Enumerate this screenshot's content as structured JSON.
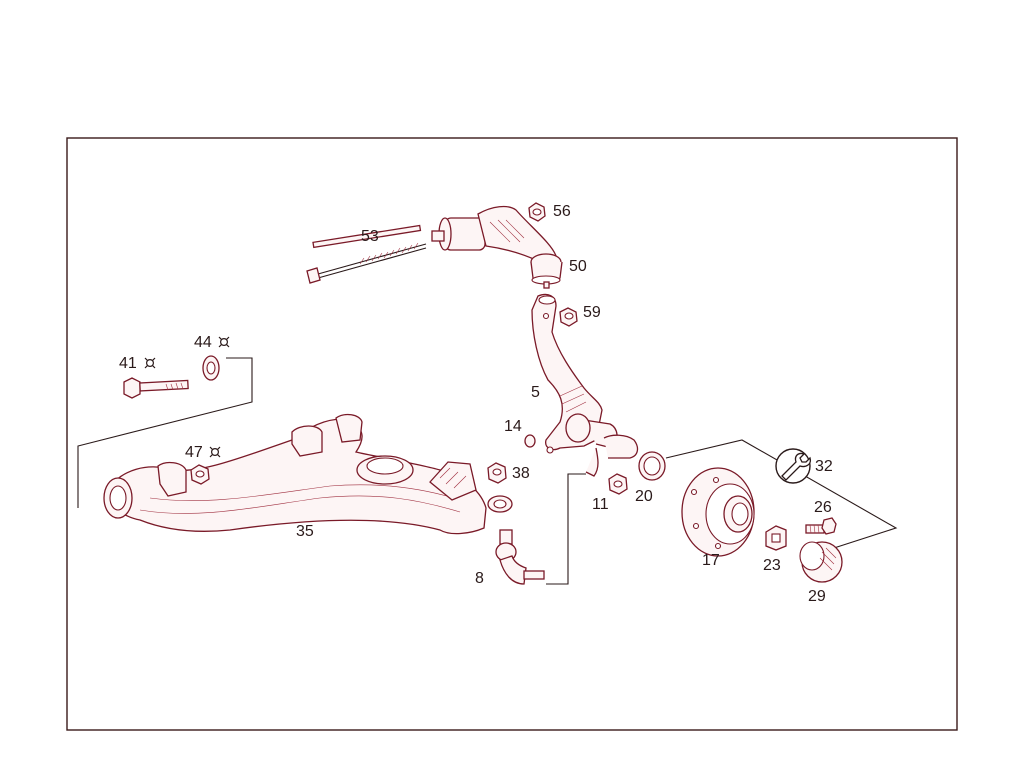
{
  "diagram": {
    "callouts": {
      "c53": "53",
      "c56": "56",
      "c50": "50",
      "c59": "59",
      "c44": "44",
      "c41": "41",
      "c5": "5",
      "c14": "14",
      "c47": "47",
      "c38": "38",
      "c32": "32",
      "c11": "11",
      "c20": "20",
      "c26": "26",
      "c35": "35",
      "c17": "17",
      "c23": "23",
      "c8": "8",
      "c29": "29"
    },
    "icons": {
      "marker": "one-time-use-marker-icon",
      "tool": "wrench-icon"
    },
    "colors": {
      "line": "#7a1a28",
      "text": "#2a1a1a",
      "frame": "#3a1a1a"
    }
  }
}
